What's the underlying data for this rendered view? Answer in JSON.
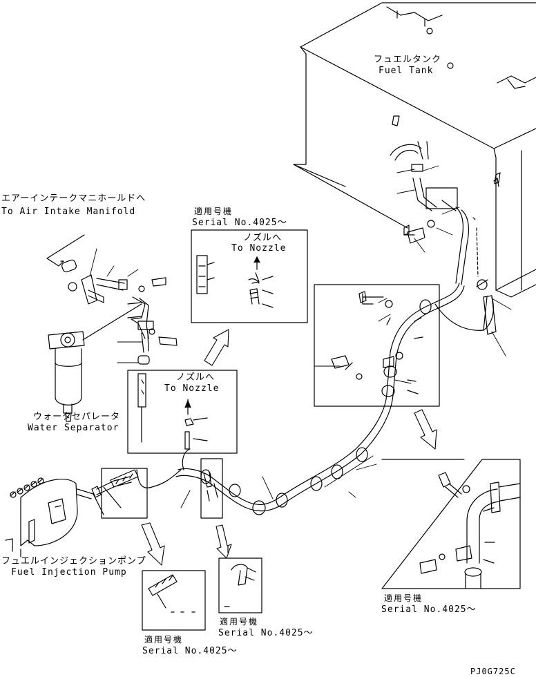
{
  "labels": {
    "fuel_tank_jp": "フュエルタンク",
    "fuel_tank_en": "Fuel Tank",
    "air_intake_jp": "エアーインテークマニホールドへ",
    "air_intake_en": "To Air Intake Manifold",
    "water_sep_jp": "ウォータセパレータ",
    "water_sep_en": "Water Separator",
    "injection_pump_jp": "フュエルインジェクションポンプ",
    "injection_pump_en": "Fuel Injection Pump",
    "nozzle_jp": "ノズルへ",
    "nozzle_en": "To Nozzle",
    "applicable_jp": "適用号機",
    "serial": "Serial No.4025～",
    "drawing_code": "PJ0G725C"
  },
  "colors": {
    "ink": "#000000",
    "paper": "#ffffff"
  }
}
